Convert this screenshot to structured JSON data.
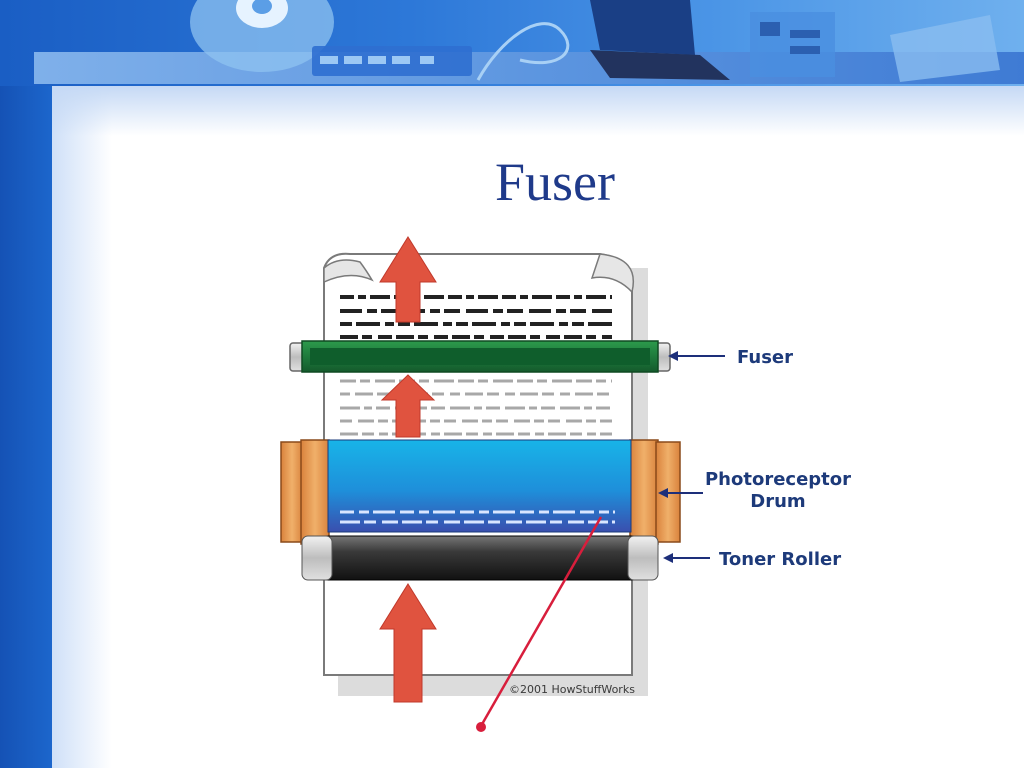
{
  "slide": {
    "title": "Fuser"
  },
  "diagram": {
    "labels": {
      "fuser": "Fuser",
      "drum_line1": "Photoreceptor",
      "drum_line2": "Drum",
      "toner_roller": "Toner Roller"
    },
    "credit": "©2001 HowStuffWorks"
  },
  "colors": {
    "title": "#1f3a8a",
    "label": "#1d3a7a",
    "arrow": "#e0533f",
    "fuser_roller": "#1e7a3c",
    "drum_top": "#18b4e8",
    "drum_bottom": "#3a4fae",
    "toner_roller": "#2a2a2a",
    "laser": "#d81e3c"
  },
  "icons": {
    "header": [
      "cd-disc-icon",
      "usb-hub-icon",
      "cable-icon",
      "laptop-icon",
      "circuit-board-icon",
      "scanner-icon"
    ]
  }
}
